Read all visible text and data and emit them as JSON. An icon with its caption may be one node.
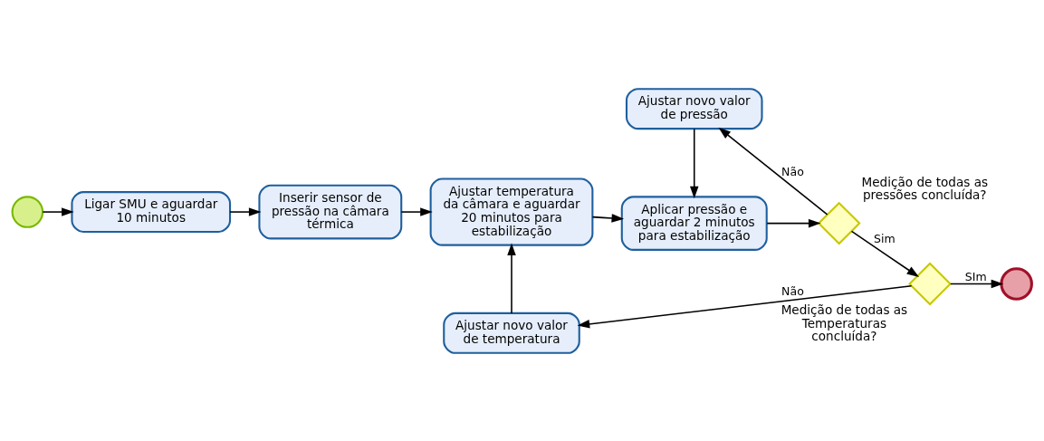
{
  "diagram": {
    "nodes": [
      {
        "text": [],
        "shape": "circle"
      },
      {
        "text": [
          "Ligar SMU e aguardar 10 minutos"
        ]
      },
      {
        "text": [
          "Inserir sensor de pressão na câmara térmica"
        ]
      },
      {
        "text": [
          "Ajustar temperatura da câmara e aguardar 20 minutos para estabilização"
        ]
      },
      {
        "text": [
          "Aplicar pressão e aguardar 2 minutos para estabilização"
        ]
      },
      {
        "text": [
          "Medição de todas as pressões concluída?"
        ]
      },
      {
        "text": [
          "Medição de todas as Temperaturas concluída?"
        ]
      },
      {
        "text": [],
        "shape": "circle"
      },
      {
        "text": [
          "Ajustar novo valor de pressão"
        ]
      },
      {
        "text": [
          "Ajustar novo valor de temperatura"
        ]
      }
    ],
    "edges": [
      {
        "from": 0,
        "to": 1,
        "arrow": "to"
      },
      {
        "from": 1,
        "to": 2,
        "arrow": "to"
      },
      {
        "from": 2,
        "to": 3,
        "arrow": "to"
      },
      {
        "from": 3,
        "to": 4,
        "arrow": "to"
      },
      {
        "from": 4,
        "to": 5,
        "arrow": "to"
      },
      {
        "from": 5,
        "to": 6,
        "arrow": "to",
        "label": "Sim"
      },
      {
        "from": 6,
        "to": 7,
        "arrow": "to",
        "label": "SIm"
      },
      {
        "from": 5,
        "to": 8,
        "arrow": "to",
        "label": "Não"
      },
      {
        "from": 8,
        "to": 4,
        "arrow": "to"
      },
      {
        "from": 6,
        "to": 9,
        "arrow": "to",
        "label": "Não"
      },
      {
        "from": 9,
        "to": 3,
        "arrow": "to"
      }
    ]
  }
}
